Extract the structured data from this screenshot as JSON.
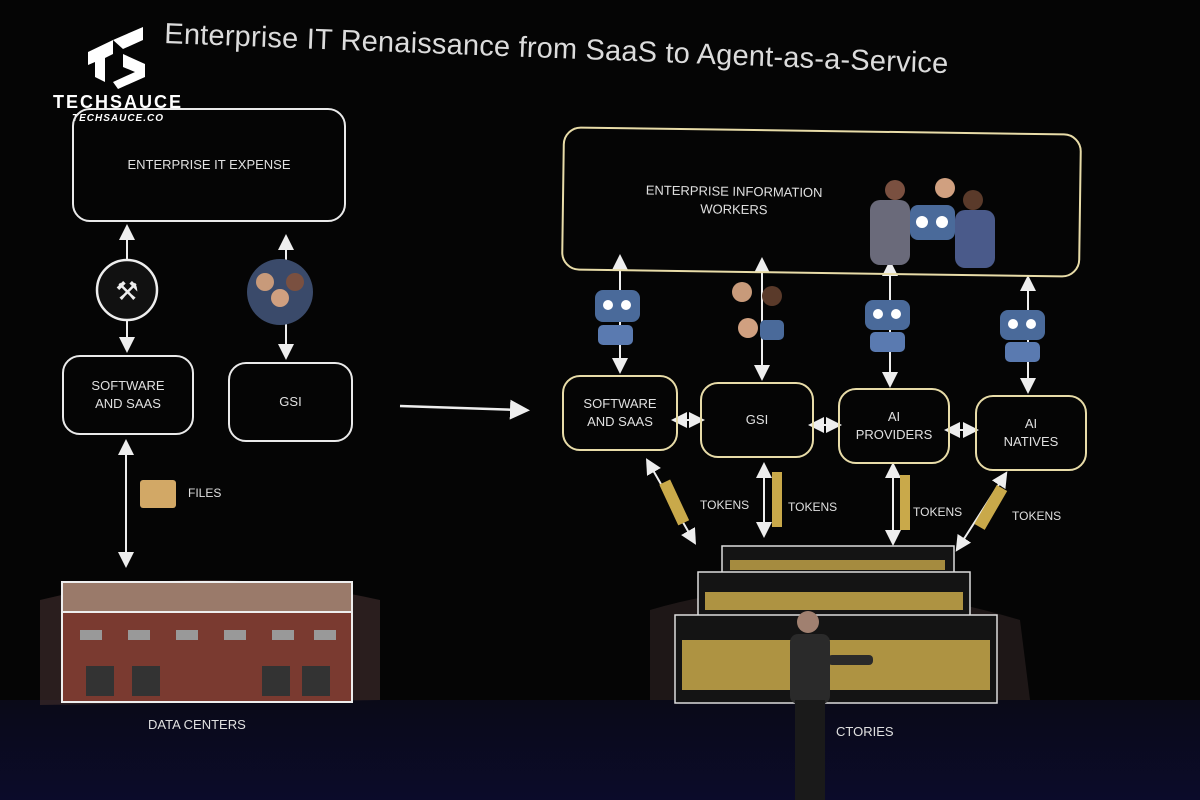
{
  "title": "Enterprise IT Renaissance from SaaS to Agent-as-a-Service",
  "watermark": {
    "name": "TECHSAUCE",
    "url": "TECHSAUCE.CO"
  },
  "left": {
    "expense": "ENTERPRISE IT EXPENSE",
    "software": "SOFTWARE AND SAAS",
    "gsi": "GSI",
    "files": "FILES",
    "data_centers": "DATA CENTERS"
  },
  "right": {
    "workers": "ENTERPRISE INFORMATION WORKERS",
    "software": "SOFTWARE AND SAAS",
    "gsi": "GSI",
    "ai_providers": "AI PROVIDERS",
    "ai_natives": "AI NATIVES",
    "tokens": [
      "TOKENS",
      "TOKENS",
      "TOKENS",
      "TOKENS"
    ],
    "factories": "CTORIES"
  },
  "colors": {
    "accent": "#e8dca8",
    "line": "#eaeaea",
    "rack": "#c9a94a"
  }
}
